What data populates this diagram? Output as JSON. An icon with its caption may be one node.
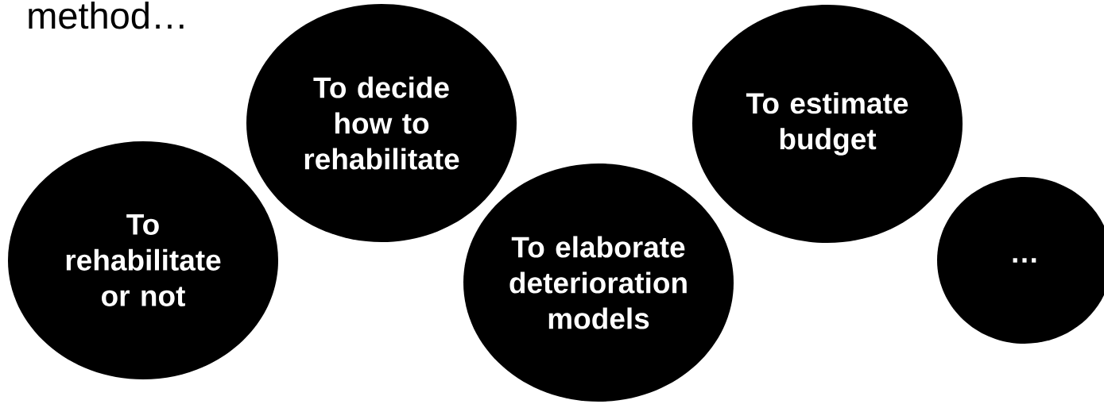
{
  "diagram": {
    "nodes": [
      {
        "text": [
          "To rehabilitate or not"
        ]
      },
      {
        "text": [
          "To decide how to rehabilitate"
        ]
      },
      {
        "text": [
          "To elaborate deterioration models"
        ]
      },
      {
        "text": [
          "To estimate budget"
        ]
      },
      {
        "text": [
          "…"
        ]
      }
    ],
    "labels": [
      "method…"
    ]
  }
}
